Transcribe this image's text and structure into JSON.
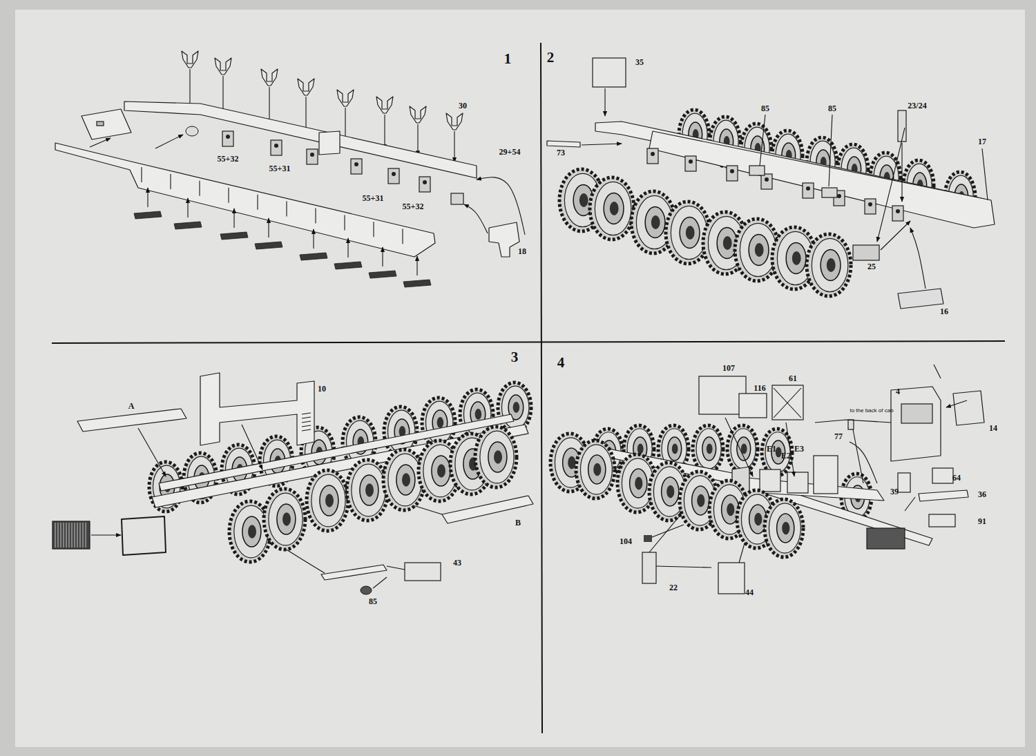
{
  "diagram": {
    "labels": [
      "1",
      "30",
      "29+54",
      "55+32",
      "55+31",
      "55+31",
      "55+32",
      "18",
      "2",
      "35",
      "85",
      "85",
      "23/24",
      "17",
      "73",
      "25",
      "16",
      "3",
      "10",
      "A",
      "B",
      "43",
      "85",
      "4",
      "107",
      "116",
      "61",
      "4",
      "14",
      "to the back of cab",
      "77",
      "E1",
      "E2",
      "E3",
      "64",
      "39",
      "36",
      "91",
      "104",
      "22",
      "44"
    ]
  }
}
